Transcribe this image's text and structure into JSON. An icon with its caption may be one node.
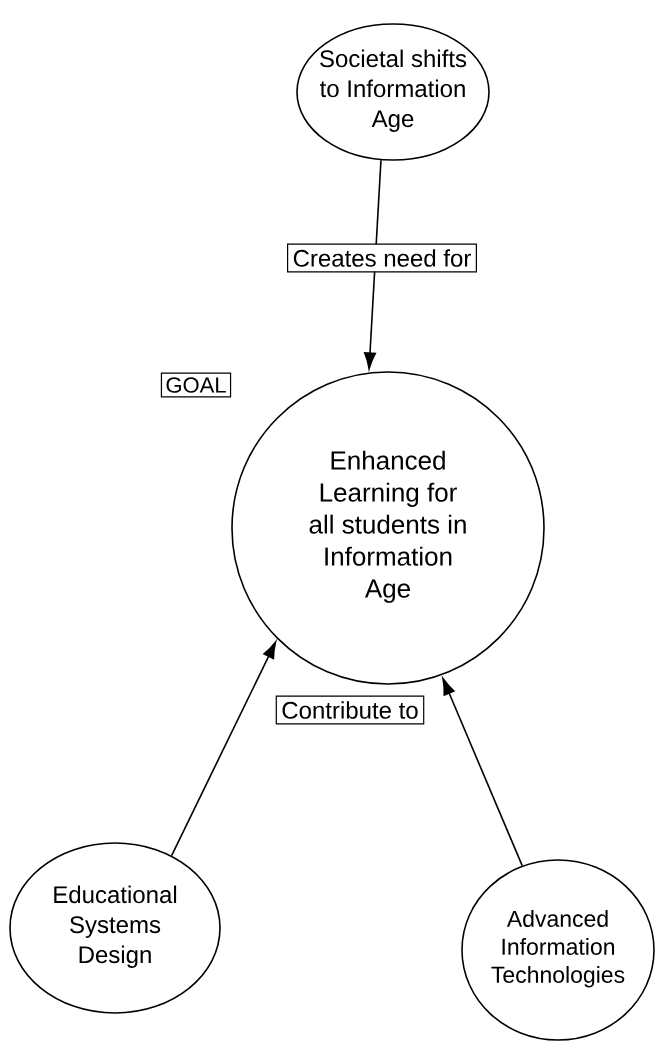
{
  "diagram": {
    "nodes": [
      {
        "text": [
          "Societal shifts to Information Age"
        ]
      },
      {
        "text": [
          "GOAL"
        ]
      },
      {
        "text": [
          "Enhanced Learning for all students in Information Age"
        ]
      },
      {
        "text": [
          "Educational Systems Design"
        ]
      },
      {
        "text": [
          "Advanced Information Technologies"
        ]
      }
    ],
    "edges": [
      {
        "from": 0,
        "to": 2,
        "arrow": "to",
        "label": "Creates need for"
      },
      {
        "from": 3,
        "to": 2,
        "arrow": "to",
        "label": "Contribute to"
      },
      {
        "from": 4,
        "to": 2,
        "arrow": "to"
      }
    ]
  }
}
